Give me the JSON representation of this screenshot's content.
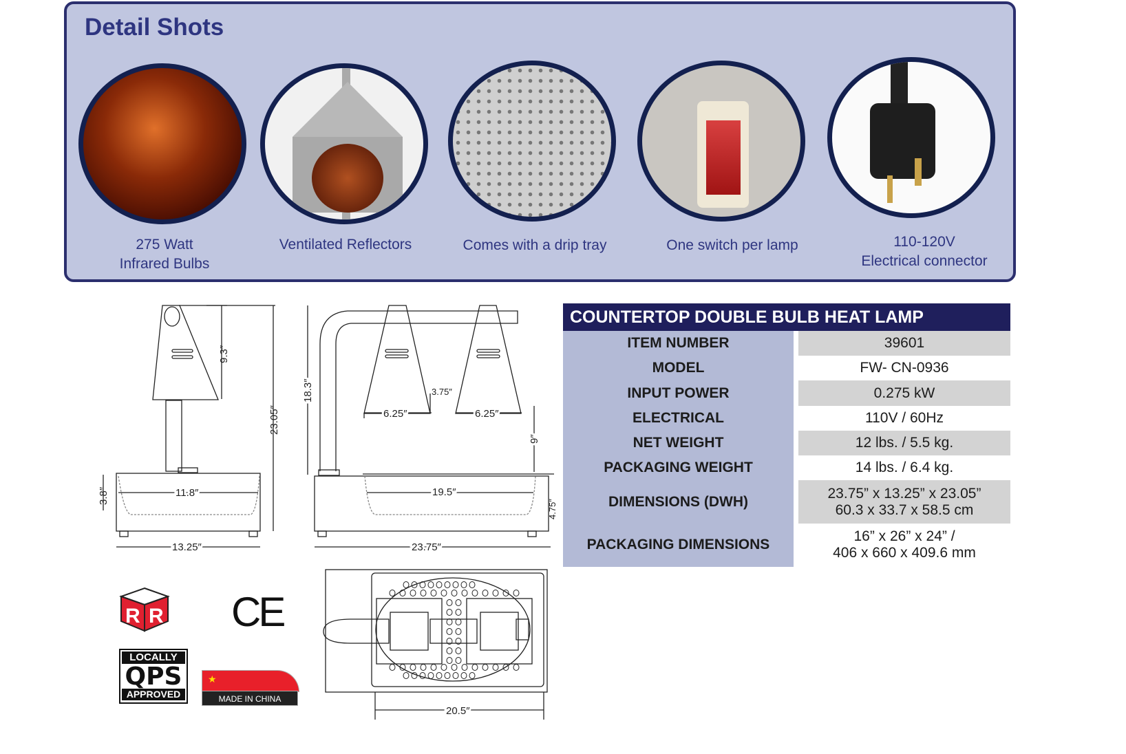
{
  "detail_shots": {
    "title": "Detail Shots",
    "items": [
      {
        "icon": "infrared-bulb-photo",
        "lines": [
          "275 Watt",
          "Infrared Bulbs"
        ]
      },
      {
        "icon": "reflector-photo",
        "lines": [
          "Ventilated Reflectors"
        ]
      },
      {
        "icon": "drip-tray-photo",
        "lines": [
          "Comes with a drip tray"
        ]
      },
      {
        "icon": "switch-photo",
        "lines": [
          "One switch per lamp"
        ]
      },
      {
        "icon": "plug-photo",
        "lines": [
          "110-120V",
          "Electrical connector"
        ]
      }
    ]
  },
  "spec_table": {
    "title": "COUNTERTOP DOUBLE BULB HEAT LAMP",
    "rows": [
      {
        "label": "ITEM NUMBER",
        "value": [
          "39601"
        ]
      },
      {
        "label": "MODEL",
        "value": [
          "FW- CN-0936"
        ]
      },
      {
        "label": "INPUT POWER",
        "value": [
          "0.275 kW"
        ]
      },
      {
        "label": "ELECTRICAL",
        "value": [
          "110V / 60Hz"
        ]
      },
      {
        "label": "NET WEIGHT",
        "value": [
          "12 lbs. / 5.5 kg."
        ]
      },
      {
        "label": "PACKAGING WEIGHT",
        "value": [
          "14 lbs. / 6.4 kg."
        ]
      },
      {
        "label": "DIMENSIONS (DWH)",
        "value": [
          "23.75” x 13.25” x 23.05”",
          "60.3 x 33.7 x 58.5 cm"
        ]
      },
      {
        "label": "PACKAGING DIMENSIONS",
        "value": [
          "16” x 26” x 24” /",
          "406 x 660 x 409.6 mm"
        ]
      }
    ]
  },
  "drawings": {
    "side": {
      "shade_height": "9.3″",
      "total_height": "23.05″",
      "tray_width": "11.8″",
      "base_height": "3.8″",
      "base_width": "13.25″"
    },
    "front": {
      "post_height": "18.3″",
      "shade_width_1": "6.25″",
      "shade_width_2": "6.25″",
      "shade_gap": "3.75″",
      "clearance": "9″",
      "base_height": "4.75″",
      "tray_width": "19.5″",
      "base_width": "23.75″"
    },
    "top": {
      "width": "20.5″"
    }
  },
  "badges": {
    "rr_logo": "RR",
    "ce_mark": "CE",
    "qps": [
      "LOCALLY",
      "QPS",
      "APPROVED"
    ],
    "made_in": "MADE IN CHINA"
  },
  "colors": {
    "navy": "#1f1f5c",
    "panel": "#c0c6e0",
    "label_col": "#b3bad6",
    "value_gray": "#d3d3d3",
    "caption": "#2e3580"
  }
}
